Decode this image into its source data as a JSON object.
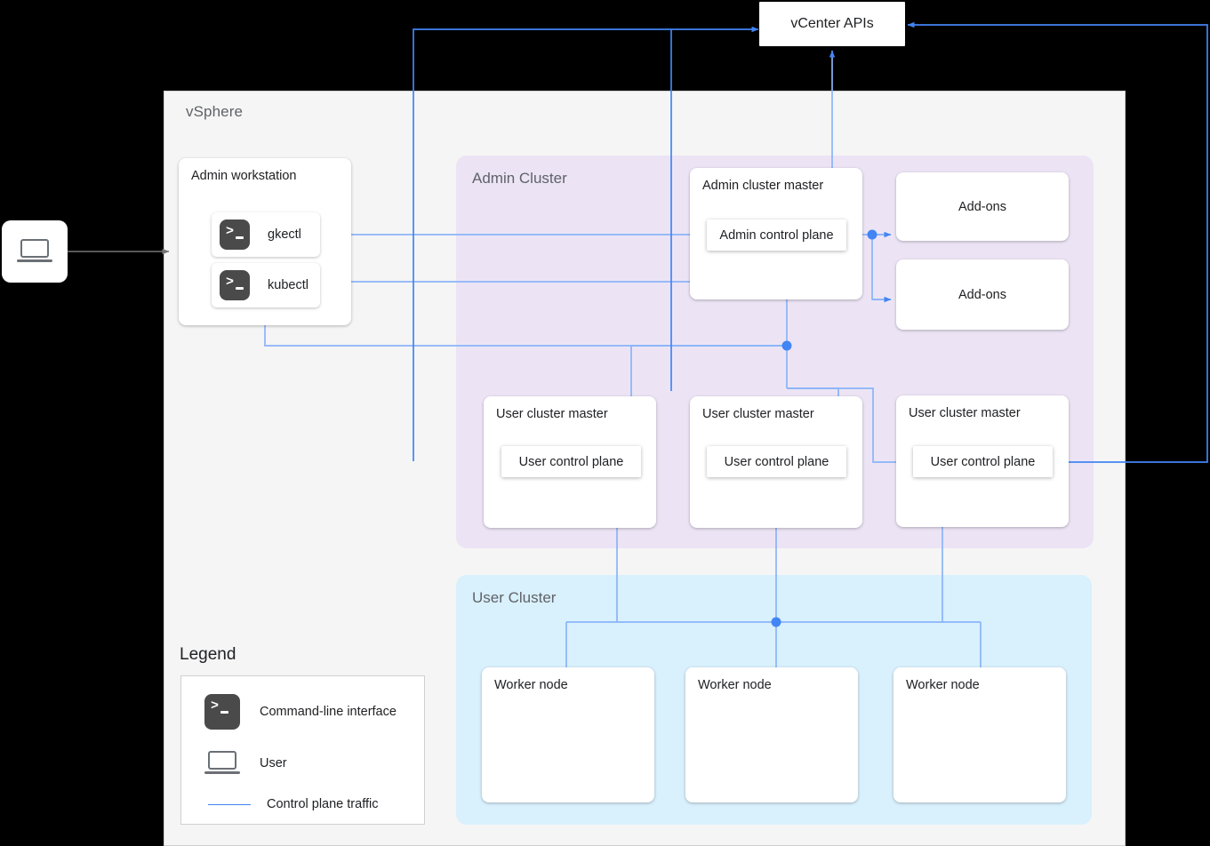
{
  "diagram": {
    "title_nodes": {
      "vsphere": "vSphere",
      "admin_cluster": "Admin Cluster",
      "user_cluster": "User Cluster"
    },
    "vcenter": {
      "label": "vCenter APIs"
    },
    "admin_workstation": {
      "label": "Admin workstation",
      "clis": [
        {
          "label": "gkectl",
          "icon": "terminal-icon"
        },
        {
          "label": "kubectl",
          "icon": "terminal-icon"
        }
      ]
    },
    "admin_cluster_master": {
      "label": "Admin cluster master",
      "control_plane": "Admin control plane"
    },
    "addons": [
      {
        "label": "Add-ons"
      },
      {
        "label": "Add-ons"
      }
    ],
    "user_cluster_masters": [
      {
        "label": "User cluster master",
        "control_plane": "User control plane"
      },
      {
        "label": "User cluster master",
        "control_plane": "User control plane"
      },
      {
        "label": "User cluster master",
        "control_plane": "User control plane"
      }
    ],
    "worker_nodes": [
      {
        "label": "Worker node"
      },
      {
        "label": "Worker node"
      },
      {
        "label": "Worker node"
      }
    ],
    "user_actor": {
      "icon": "laptop-icon"
    },
    "legend": {
      "title": "Legend",
      "items": [
        {
          "icon": "terminal-icon",
          "label": "Command-line interface"
        },
        {
          "icon": "laptop-icon",
          "label": "User"
        },
        {
          "icon": "blue-line",
          "label": "Control plane traffic"
        }
      ]
    },
    "colors": {
      "control_plane_traffic": "#4285f4",
      "control_plane_traffic_light": "#8ab4f8",
      "admin_cluster_bg": "#ece4f5",
      "user_cluster_bg": "#d9f0fd",
      "vsphere_bg": "#f5f5f5",
      "user_arrow": "#757575",
      "page_bg": "#000000"
    }
  }
}
